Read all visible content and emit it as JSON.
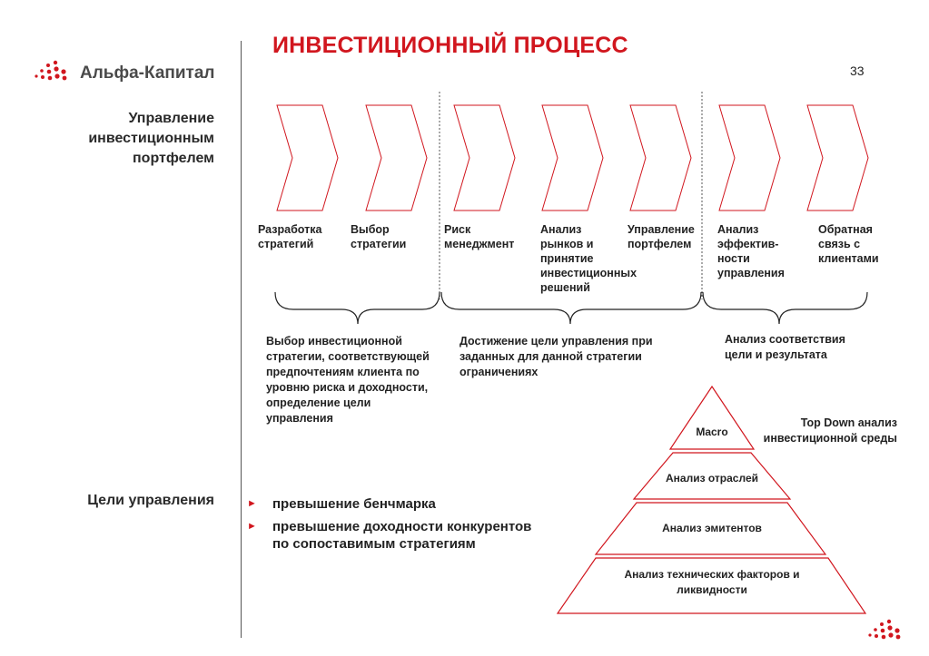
{
  "header": {
    "title": "ИНВЕСТИЦИОННЫЙ ПРОЦЕСС",
    "page_number": "33",
    "logo_text": "Альфа-Капитал",
    "brand_color": "#d1161e"
  },
  "sections": {
    "portfolio_management": "Управление инвестиционным портфелем",
    "management_goals": "Цели управления"
  },
  "steps": [
    "Разработка стратегий",
    "Выбор стратегии",
    "Риск менеджмент",
    "Анализ рынков и принятие инвестиционных решений",
    "Управление портфелем",
    "Анализ эффектив-ности управления",
    "Обратная связь с клиентами"
  ],
  "groups": [
    "Выбор инвестиционной стратегии, соответствующей предпочтениям клиента по уровню риска и доходности, определение цели управления",
    "Достижение цели управления при заданных для данной стратегии ограничениях",
    "Анализ соответствия цели и результата"
  ],
  "goals": [
    "превышение бенчмарка",
    "превышение доходности конкурентов по сопоставимым стратегиям"
  ],
  "pyramid": {
    "levels": [
      "Macro",
      "Анализ отраслей",
      "Анализ эмитентов",
      "Анализ технических факторов и ликвидности"
    ],
    "caption": "Top Down анализ инвестиционной среды"
  }
}
